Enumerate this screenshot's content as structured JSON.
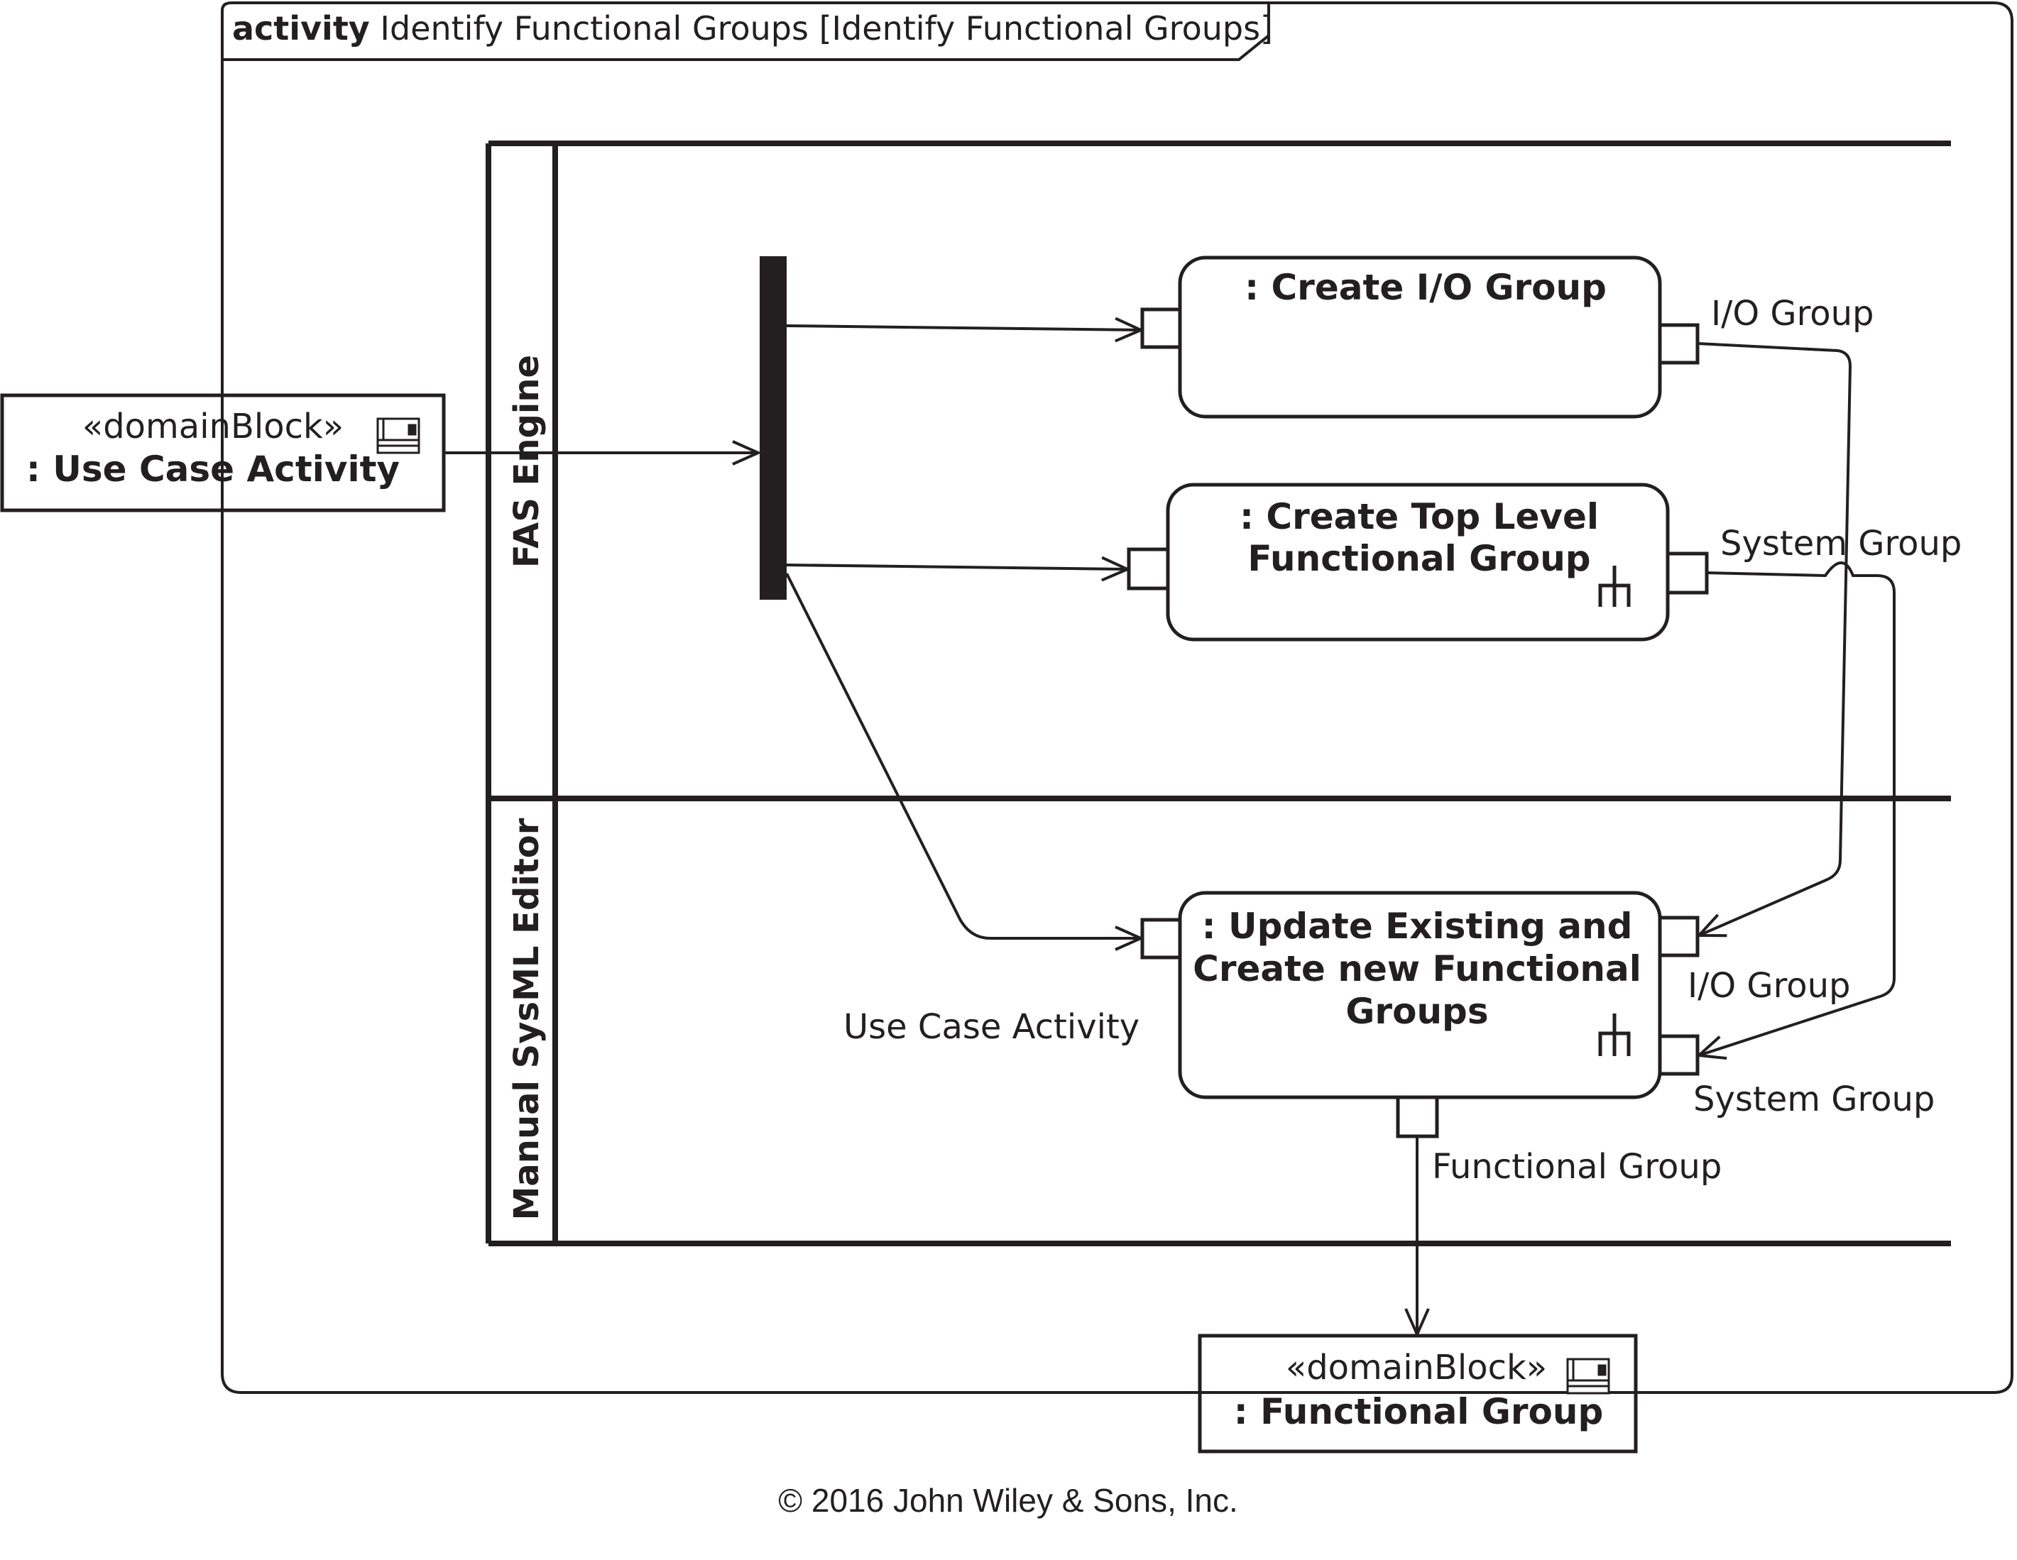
{
  "frame": {
    "keyword": "activity",
    "title": "Identify Functional Groups [Identify Functional Groups]"
  },
  "partitions": [
    {
      "label": "FAS Engine"
    },
    {
      "label": "Manual SysML Editor"
    }
  ],
  "actions": {
    "create_io": {
      "label": ": Create I/O Group"
    },
    "create_top": {
      "line1": ": Create Top Level",
      "line2": "Functional Group"
    },
    "update": {
      "line1": ": Update Existing and",
      "line2": "Create new Functional",
      "line3": "Groups"
    }
  },
  "pin_labels": {
    "create_io_out": "I/O Group",
    "create_top_out": "System Group",
    "update_in_io": "I/O Group",
    "update_in_sys": "System Group",
    "update_in_uca": "Use Case Activity",
    "update_out": "Functional Group"
  },
  "parameters": {
    "input": {
      "stereotype": "«domainBlock»",
      "name": ": Use Case Activity"
    },
    "output": {
      "stereotype": "«domainBlock»",
      "name": ": Functional Group"
    }
  },
  "icons": {
    "block_icon": "domain-block-icon",
    "rake_icon": "rake-icon",
    "fork_bar": "fork-node"
  },
  "colors": {
    "stroke": "#231f20",
    "background": "#ffffff"
  },
  "copyright": "© 2016 John Wiley & Sons, Inc."
}
